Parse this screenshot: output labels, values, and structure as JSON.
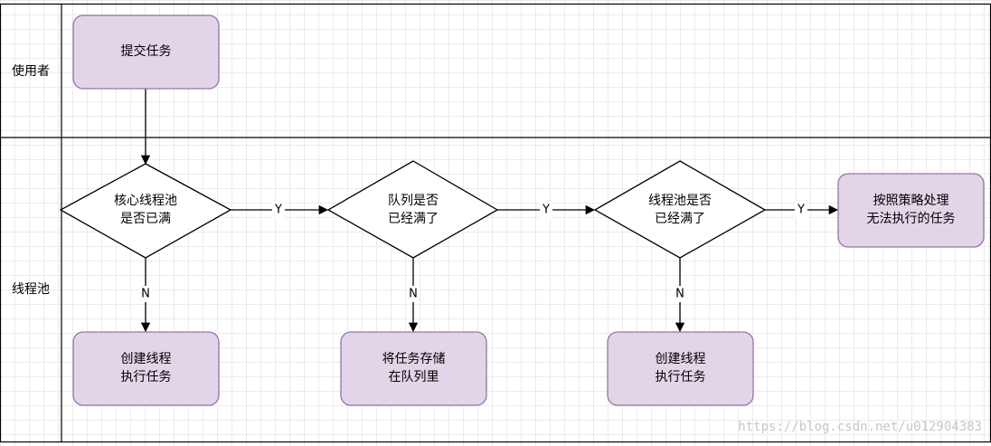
{
  "lanes": {
    "user": {
      "label": "使用者"
    },
    "pool": {
      "label": "线程池"
    }
  },
  "nodes": {
    "submit": {
      "lines": [
        "提交任务"
      ]
    },
    "core_full": {
      "lines": [
        "核心线程池",
        "是否已满"
      ]
    },
    "queue_full": {
      "lines": [
        "队列是否",
        "已经满了"
      ]
    },
    "pool_full": {
      "lines": [
        "线程池是否",
        "已经满了"
      ]
    },
    "policy": {
      "lines": [
        "按照策略处理",
        "无法执行的任务"
      ]
    },
    "create1": {
      "lines": [
        "创建线程",
        "执行任务"
      ]
    },
    "store_queue": {
      "lines": [
        "将任务存储",
        "在队列里"
      ]
    },
    "create2": {
      "lines": [
        "创建线程",
        "执行任务"
      ]
    }
  },
  "edges": {
    "yes_label": "Y",
    "no_label": "N"
  },
  "watermark": "https://blog.csdn.net/u012904383",
  "colors": {
    "process_fill": "#e1d5e7",
    "process_stroke": "#9673a6",
    "line": "#000000"
  }
}
